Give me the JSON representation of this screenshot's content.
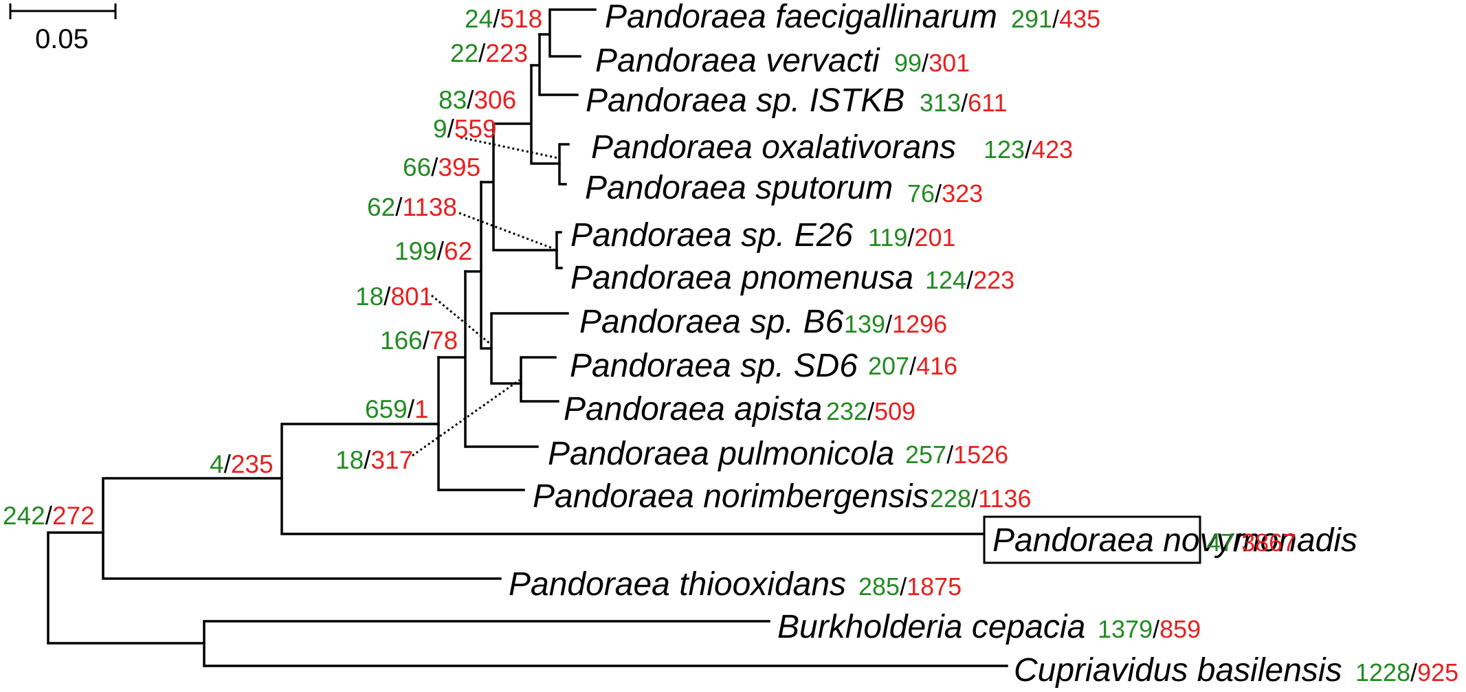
{
  "scale_bar": {
    "label": "0.05"
  },
  "leaves": [
    {
      "id": "faecigallinarum",
      "name": "Pandoraea faecigallinarum",
      "gain": "291",
      "loss": "435"
    },
    {
      "id": "vervacti",
      "name": "Pandoraea vervacti",
      "gain": "99",
      "loss": "301"
    },
    {
      "id": "istkb",
      "name": "Pandoraea sp. ISTKB",
      "gain": "313",
      "loss": "611"
    },
    {
      "id": "oxalativorans",
      "name": "Pandoraea oxalativorans",
      "gain": "123",
      "loss": "423"
    },
    {
      "id": "sputorum",
      "name": "Pandoraea sputorum",
      "gain": "76",
      "loss": "323"
    },
    {
      "id": "e26",
      "name": "Pandoraea sp. E26",
      "gain": "119",
      "loss": "201"
    },
    {
      "id": "pnomenusa",
      "name": "Pandoraea pnomenusa",
      "gain": "124",
      "loss": "223"
    },
    {
      "id": "b6",
      "name": "Pandoraea sp. B6",
      "gain": "139",
      "loss": "1296"
    },
    {
      "id": "sd6",
      "name": "Pandoraea sp. SD6",
      "gain": "207",
      "loss": "416"
    },
    {
      "id": "apista",
      "name": "Pandoraea apista",
      "gain": "232",
      "loss": "509"
    },
    {
      "id": "pulmonicola",
      "name": "Pandoraea pulmonicola",
      "gain": "257",
      "loss": "1526"
    },
    {
      "id": "norimbergensis",
      "name": "Pandoraea norimbergensis",
      "gain": "228",
      "loss": "1136"
    },
    {
      "id": "novymonadis",
      "name": "Pandoraea novymonadis",
      "gain": "47",
      "loss": "3867",
      "boxed": true
    },
    {
      "id": "thiooxidans",
      "name": "Pandoraea thiooxidans",
      "gain": "285",
      "loss": "1875"
    },
    {
      "id": "cepacia",
      "name": "Burkholderia cepacia",
      "gain": "1379",
      "loss": "859"
    },
    {
      "id": "basilensis",
      "name": "Cupriavidus basilensis",
      "gain": "1228",
      "loss": "925"
    }
  ],
  "nodes": [
    {
      "id": "n-faec-verv",
      "gain": "24",
      "loss": "518"
    },
    {
      "id": "n-faec-verv-istkb",
      "gain": "22",
      "loss": "223"
    },
    {
      "id": "n-oxal-sput",
      "gain": "9",
      "loss": "559"
    },
    {
      "id": "n-upper-clade",
      "gain": "83",
      "loss": "306"
    },
    {
      "id": "n-e26-pnom",
      "gain": "62",
      "loss": "1138"
    },
    {
      "id": "n-upper-plus-e26",
      "gain": "66",
      "loss": "395"
    },
    {
      "id": "n-sd6-apista",
      "gain": "18",
      "loss": "317"
    },
    {
      "id": "n-b6-sd6-apista",
      "gain": "18",
      "loss": "801"
    },
    {
      "id": "n-core",
      "gain": "199",
      "loss": "62"
    },
    {
      "id": "n-core-pulm",
      "gain": "166",
      "loss": "78"
    },
    {
      "id": "n-core-norim",
      "gain": "659",
      "loss": "1"
    },
    {
      "id": "n-core-novy",
      "gain": "4",
      "loss": "235"
    },
    {
      "id": "n-pandoraea",
      "gain": "242",
      "loss": "272"
    }
  ],
  "colors": {
    "gain": "#218a21",
    "loss": "#e81e1e",
    "line": "#000000"
  }
}
